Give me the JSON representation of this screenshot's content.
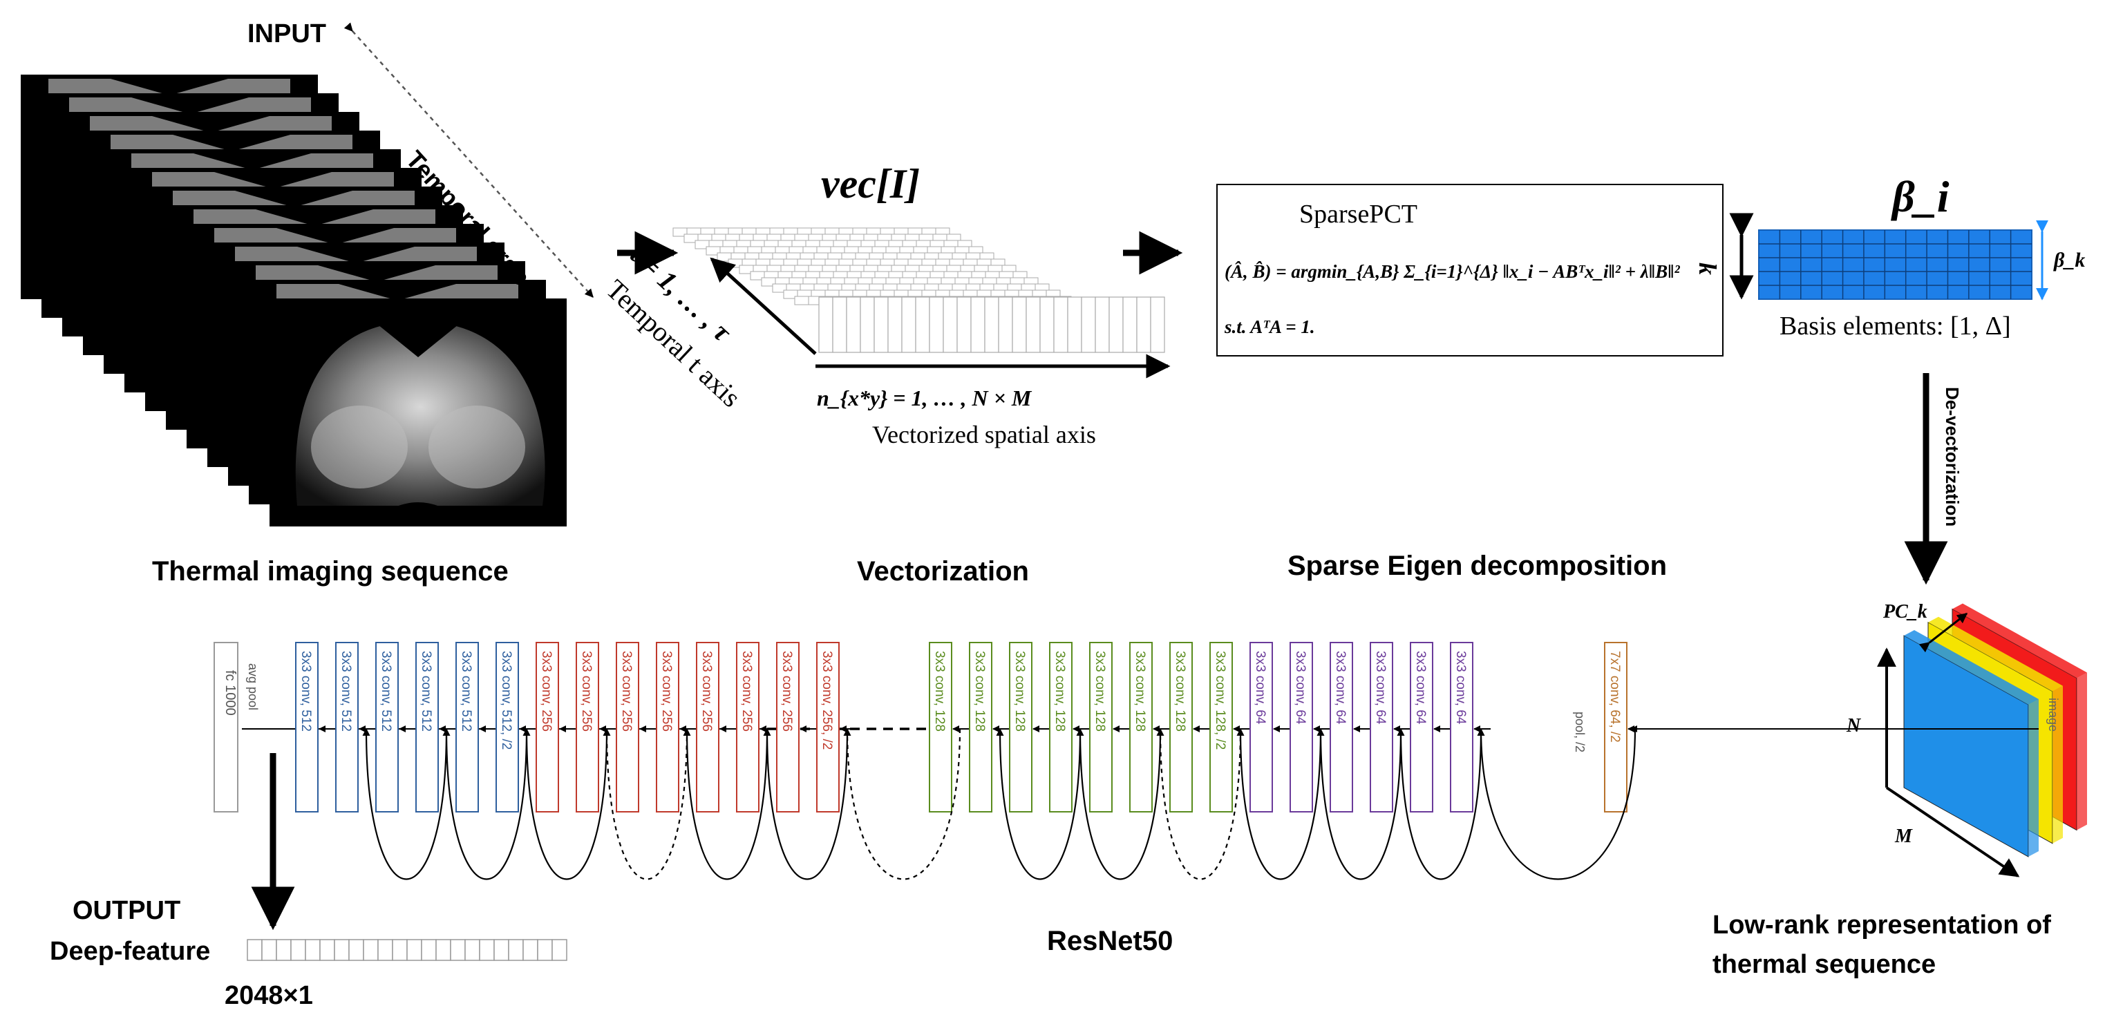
{
  "labels": {
    "input": "INPUT",
    "temporal_order": "Temporal order",
    "temporal_axis_expr": "t = 1, … , τ",
    "temporal_axis_word": "Temporal t axis",
    "vec_title": "vec[I]",
    "spatial_expr": "n_{x*y} = 1, … , N × M",
    "spatial_axis": "Vectorized spatial axis",
    "thermal_seq": "Thermal imaging sequence",
    "vectorization": "Vectorization",
    "sparse_eigen": "Sparse Eigen decomposition",
    "sparsepct_title": "SparsePCT",
    "sparsepct_eq": "(Â, B̂) = argmin_{A,B} Σ_{i=1}^{Δ} ‖x_i − ABᵀx_i‖² + λ‖B‖²",
    "sparsepct_constraint": "s.t.  AᵀA = 1.",
    "beta_i": "β_i",
    "beta_k": "β_k",
    "k_axis": "k",
    "basis_elements": "Basis elements: [1, Δ]",
    "devectorization": "De-vectorization",
    "pc_k": "PC_k",
    "N": "N",
    "M": "M",
    "low_rank": "Low-rank representation of",
    "thermal_sequence": "thermal sequence",
    "resnet": "ResNet50",
    "output": "OUTPUT",
    "deep_feature": "Deep-feature",
    "feature_dim": "2048×1",
    "image": "image",
    "pool": "pool, /2",
    "avg_pool": "avg pool",
    "fc": "fc 1000"
  },
  "layers": [
    {
      "label": "3x3 conv, 512",
      "color": "#2e5f9e"
    },
    {
      "label": "3x3 conv, 512",
      "color": "#2e5f9e"
    },
    {
      "label": "3x3 conv, 512",
      "color": "#2e5f9e"
    },
    {
      "label": "3x3 conv, 512",
      "color": "#2e5f9e"
    },
    {
      "label": "3x3 conv, 512",
      "color": "#2e5f9e"
    },
    {
      "label": "3x3 conv, 512, /2",
      "color": "#2e5f9e"
    },
    {
      "label": "3x3 conv, 256",
      "color": "#c0392b"
    },
    {
      "label": "3x3 conv, 256",
      "color": "#c0392b"
    },
    {
      "label": "3x3 conv, 256",
      "color": "#c0392b"
    },
    {
      "label": "3x3 conv, 256",
      "color": "#c0392b"
    },
    {
      "label": "3x3 conv, 256",
      "color": "#c0392b"
    },
    {
      "label": "3x3 conv, 256",
      "color": "#c0392b"
    },
    {
      "label": "3x3 conv, 256",
      "color": "#c0392b"
    },
    {
      "label": "3x3 conv, 256, /2",
      "color": "#c0392b"
    },
    {
      "label": "3x3 conv, 128",
      "color": "#5a8c1e"
    },
    {
      "label": "3x3 conv, 128",
      "color": "#5a8c1e"
    },
    {
      "label": "3x3 conv, 128",
      "color": "#5a8c1e"
    },
    {
      "label": "3x3 conv, 128",
      "color": "#5a8c1e"
    },
    {
      "label": "3x3 conv, 128",
      "color": "#5a8c1e"
    },
    {
      "label": "3x3 conv, 128",
      "color": "#5a8c1e"
    },
    {
      "label": "3x3 conv, 128",
      "color": "#5a8c1e"
    },
    {
      "label": "3x3 conv, 128, /2",
      "color": "#5a8c1e"
    },
    {
      "label": "3x3 conv, 64",
      "color": "#6a3a9a"
    },
    {
      "label": "3x3 conv, 64",
      "color": "#6a3a9a"
    },
    {
      "label": "3x3 conv, 64",
      "color": "#6a3a9a"
    },
    {
      "label": "3x3 conv, 64",
      "color": "#6a3a9a"
    },
    {
      "label": "3x3 conv, 64",
      "color": "#6a3a9a"
    },
    {
      "label": "3x3 conv, 64",
      "color": "#6a3a9a"
    },
    {
      "label": "7x7 conv, 64, /2",
      "color": "#b8722c"
    }
  ],
  "colors": {
    "basis_grid": "#1e7fe8",
    "pc_blue": "#1f8fe8",
    "pc_yellow": "#f5e400",
    "pc_red": "#f21b1b",
    "beta_k_arrow": "#1e90ff",
    "block_edge": "#aaaaaa"
  }
}
